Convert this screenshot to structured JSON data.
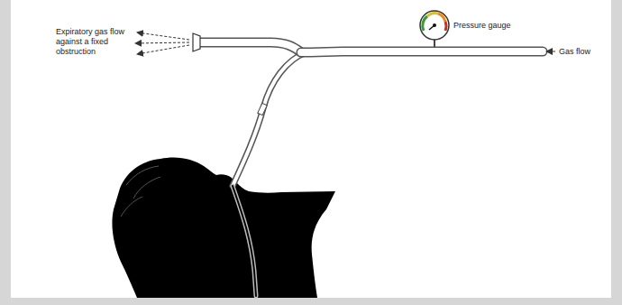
{
  "diagram": {
    "labels": [
      "Expiratory gas flow against a fixed obstruction",
      "Pressure gauge",
      "Gas flow"
    ]
  }
}
